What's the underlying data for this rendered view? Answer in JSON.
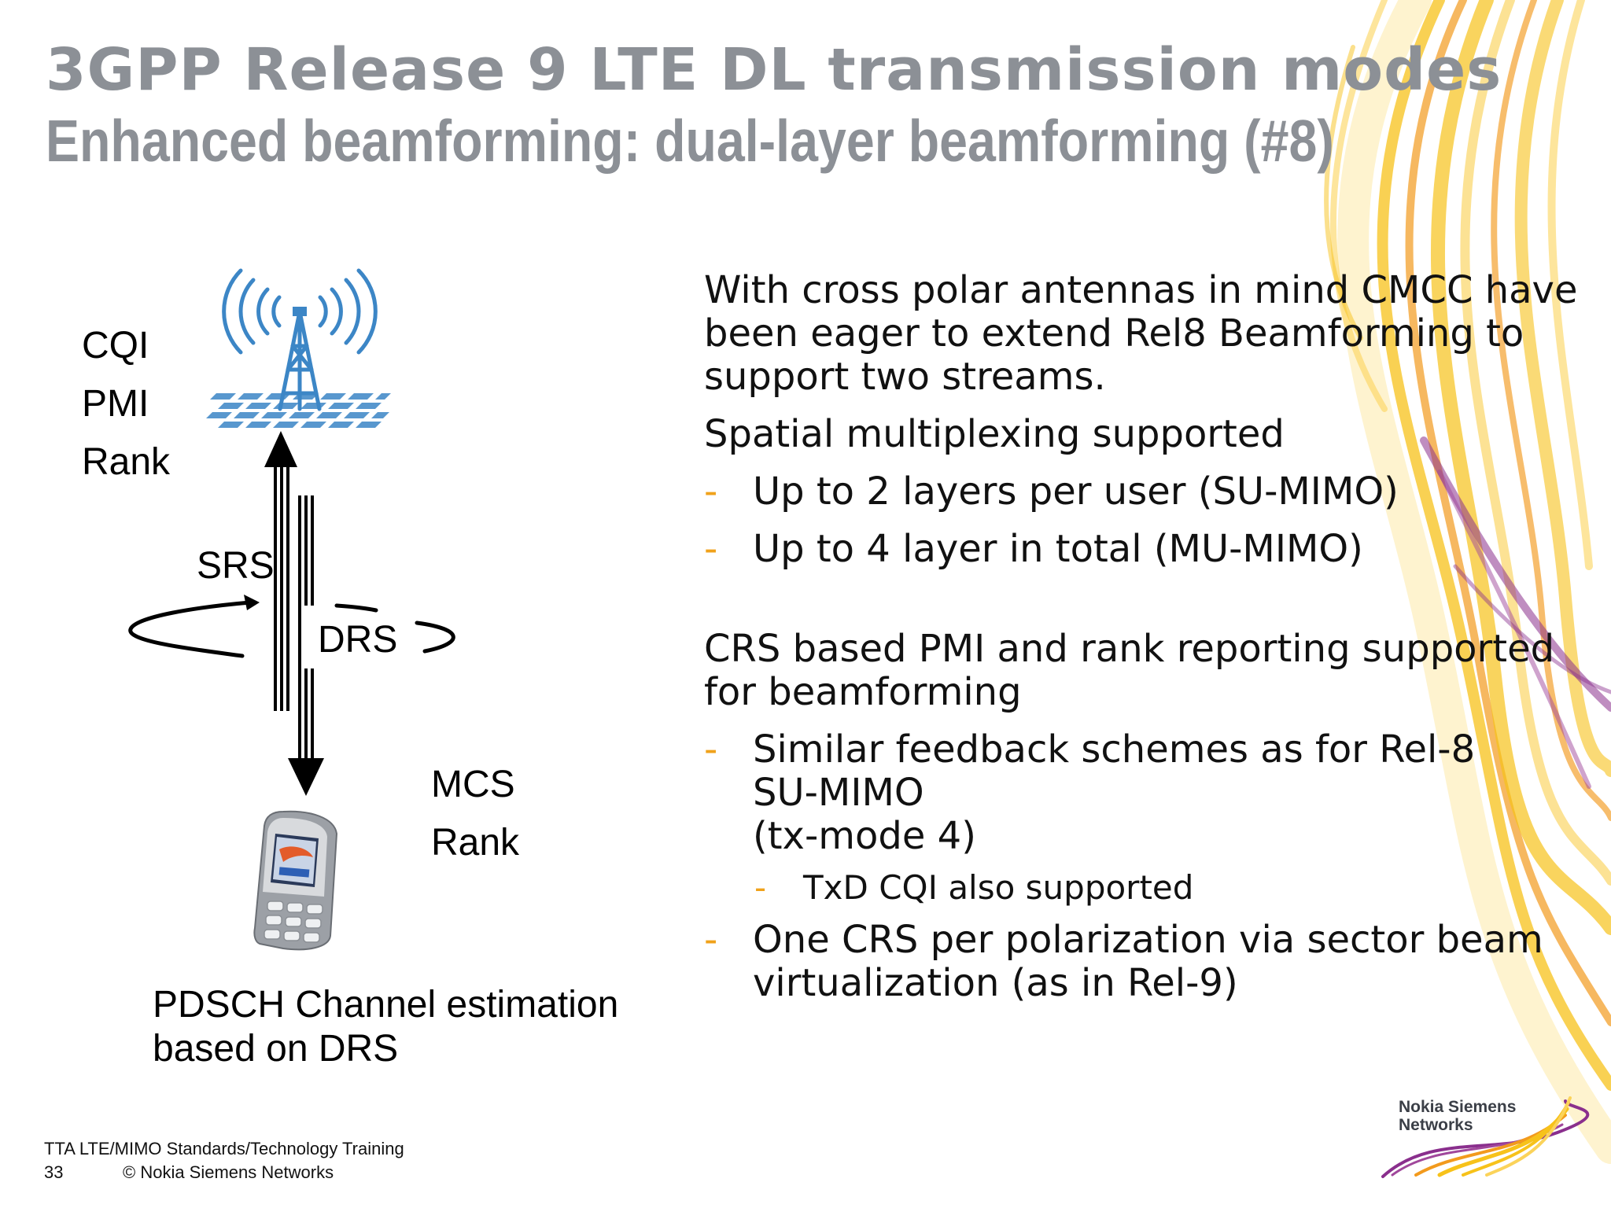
{
  "slide": {
    "title": "3GPP Release 9 LTE DL transmission modes",
    "subtitle": "Enhanced beamforming: dual-layer beamforming (#8)"
  },
  "diagram": {
    "uplink_labels": [
      "CQI",
      "PMI",
      "Rank"
    ],
    "srs_label": "SRS",
    "drs_label": "DRS",
    "downlink_labels": [
      "MCS",
      "Rank"
    ],
    "caption_line1": "PDSCH Channel estimation",
    "caption_line2": "based on DRS",
    "icons": [
      "base-station-tower-icon",
      "mobile-phone-icon"
    ]
  },
  "content": {
    "para1": "With cross polar antennas in mind CMCC have been eager to extend Rel8 Beamforming to support two streams.",
    "para2": "Spatial multiplexing supported",
    "bullets1": [
      "Up to 2 layers per user (SU-MIMO)",
      "Up to 4 layer in total (MU-MIMO)"
    ],
    "para3": "CRS based PMI and rank reporting supported for beamforming",
    "bullet3a": "Similar feedback schemes as for Rel-8 SU-MIMO\n(tx-mode 4)",
    "sub_bullet": "TxD CQI also supported",
    "bullet3b": "One CRS per polarization via sector beam virtualization (as in Rel-9)",
    "bullet_dash": "-"
  },
  "footer": {
    "course": "TTA LTE/MIMO Standards/Technology Training",
    "page_number": "33",
    "copyright": "© Nokia Siemens Networks"
  },
  "logo": {
    "line1": "Nokia Siemens",
    "line2": "Networks"
  },
  "colors": {
    "title": "#8c9096",
    "bullet_dash": "#f0a21b",
    "tower_blue": "#3c86c6",
    "swirl_yellow": "#f7c21a",
    "swirl_orange": "#f29a1d",
    "swirl_purple": "#8a2f8d"
  }
}
